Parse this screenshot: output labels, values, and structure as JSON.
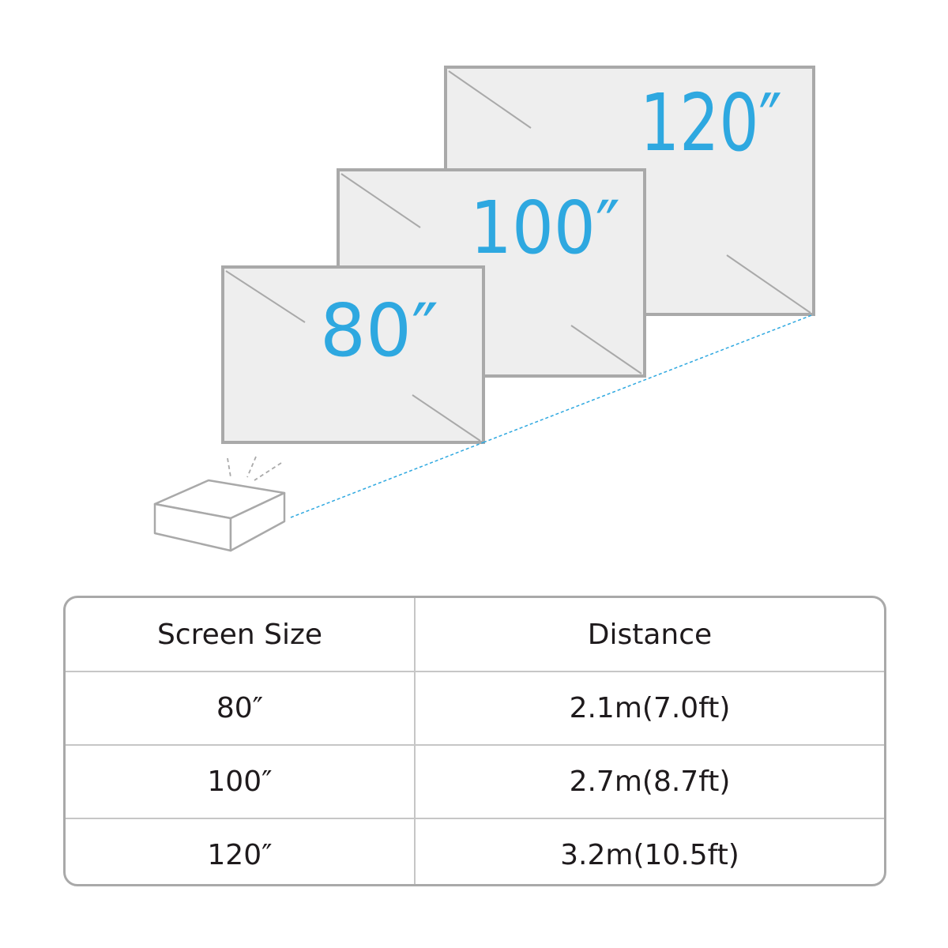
{
  "screens": [
    {
      "label": "80″"
    },
    {
      "label": "100″"
    },
    {
      "label": "120″"
    }
  ],
  "table": {
    "headers": {
      "size": "Screen Size",
      "distance": "Distance"
    },
    "rows": [
      {
        "size": "80″",
        "distance": "2.1m(7.0ft)"
      },
      {
        "size": "100″",
        "distance": "2.7m(8.7ft)"
      },
      {
        "size": "120″",
        "distance": "3.2m(10.5ft)"
      }
    ]
  },
  "colors": {
    "accent": "#2ea8e0",
    "screen_fill": "#eeeeee",
    "screen_border": "#a9a9a9",
    "text": "#1e1a1c"
  }
}
